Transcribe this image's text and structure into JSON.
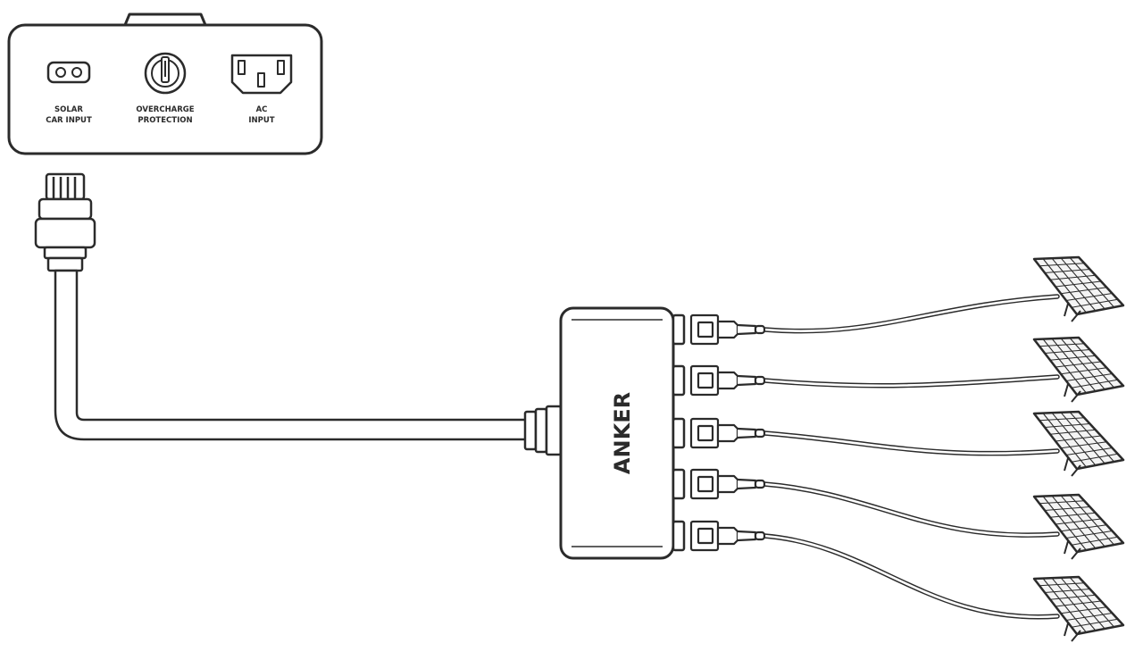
{
  "panel": {
    "solar_label_line1": "SOLAR",
    "solar_label_line2": "CAR INPUT",
    "overcharge_label_line1": "OVERCHARGE",
    "overcharge_label_line2": "PROTECTION",
    "ac_label_line1": "AC",
    "ac_label_line2": "INPUT"
  },
  "hub": {
    "brand": "ANKER"
  },
  "solar_panel_count": 5,
  "colors": {
    "stroke": "#2b2b2b",
    "background": "#ffffff"
  }
}
